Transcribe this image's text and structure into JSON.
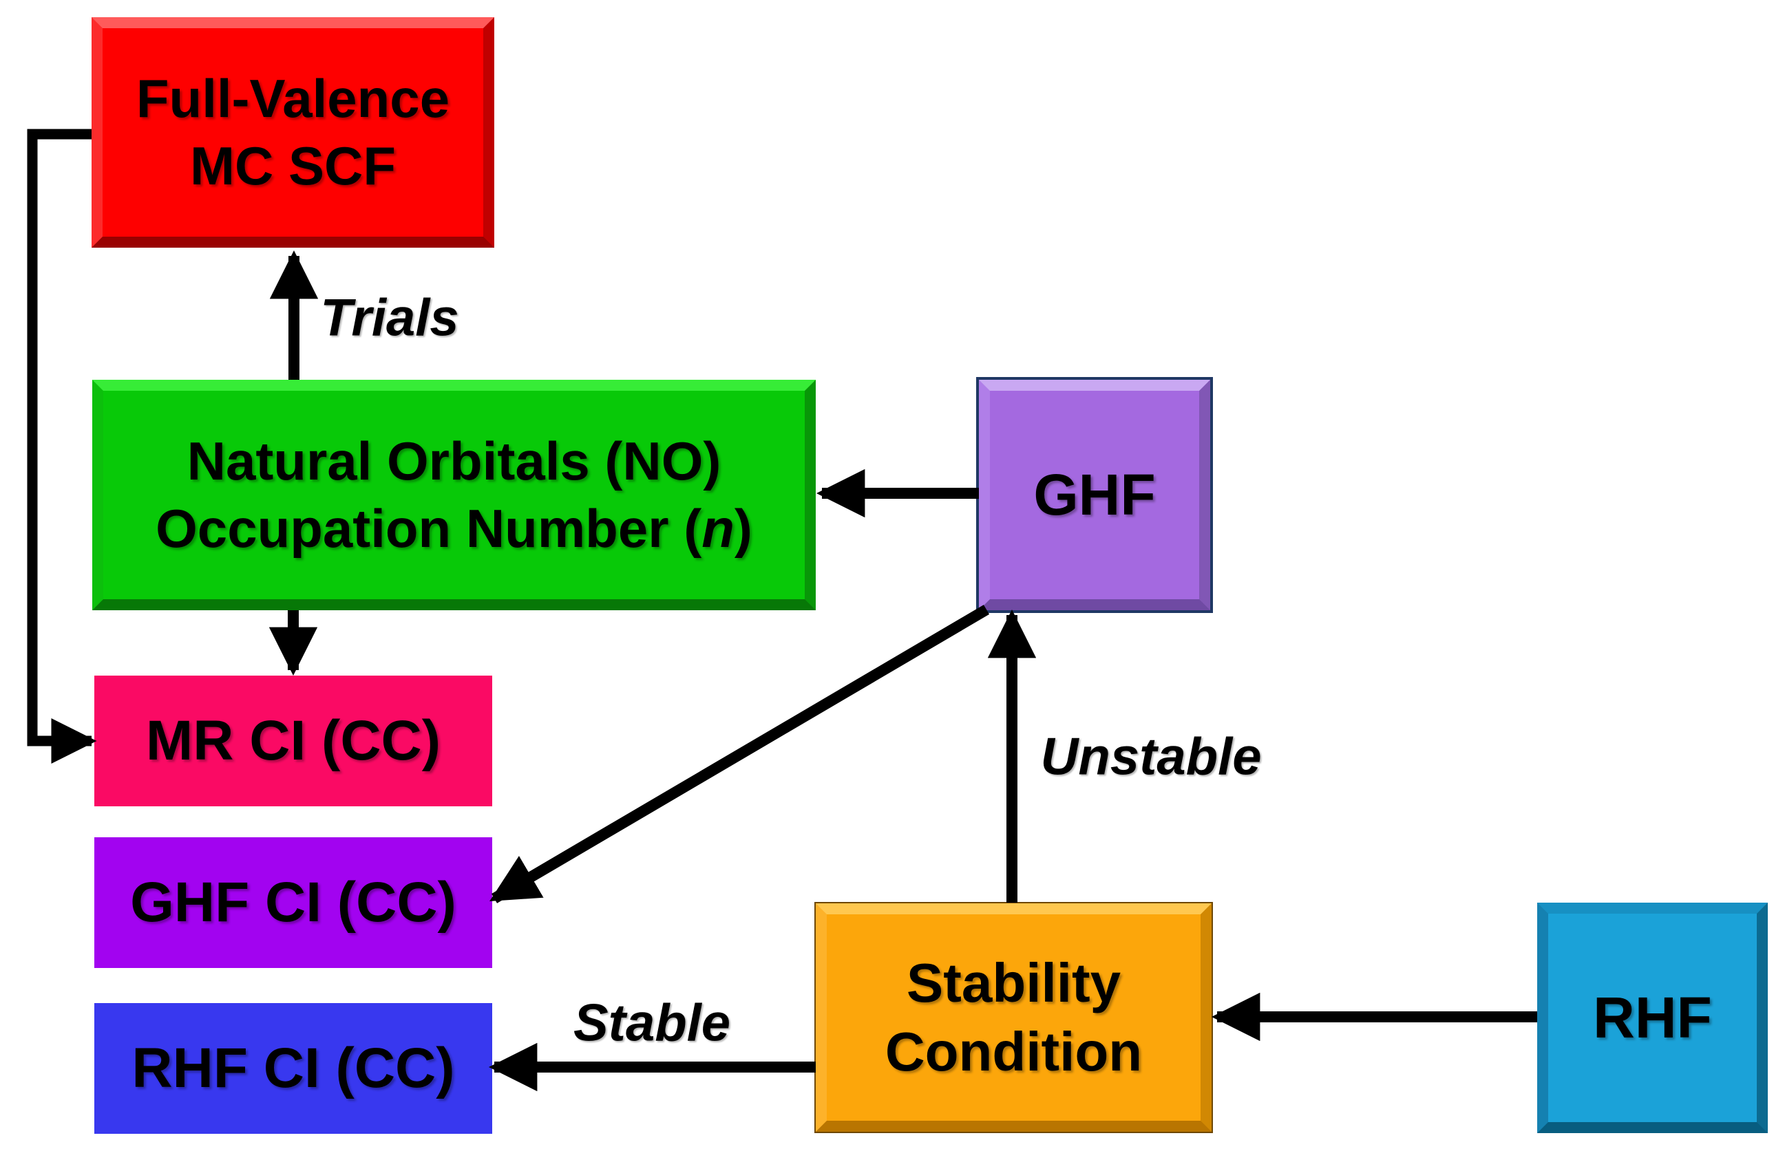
{
  "background": "#FFFFFF",
  "arrow_color": "#000000",
  "boxes": {
    "full_valence_mcscf": {
      "line1": "Full-Valence",
      "line2": "MC SCF",
      "color": "#FE0000"
    },
    "natural_orbitals": {
      "line1": "Natural Orbitals (NO)",
      "line2_prefix": "Occupation Number (",
      "line2_italic": "n",
      "line2_suffix": ")",
      "color": "#08C908"
    },
    "mr_ci": {
      "label": "MR CI (CC)",
      "color": "#FA0A64"
    },
    "ghf_ci": {
      "label": "GHF CI (CC)",
      "color": "#A203F0"
    },
    "rhf_ci": {
      "label": "RHF CI (CC)",
      "color": "#3838EF"
    },
    "ghf": {
      "label": "GHF",
      "color": "#A469E0"
    },
    "stability_condition": {
      "line1": "Stability",
      "line2": "Condition",
      "color": "#FCA60B"
    },
    "rhf": {
      "label": "RHF",
      "color": "#1BA2D8"
    }
  },
  "edge_labels": {
    "trials": "Trials",
    "unstable": "Unstable",
    "stable": "Stable"
  }
}
